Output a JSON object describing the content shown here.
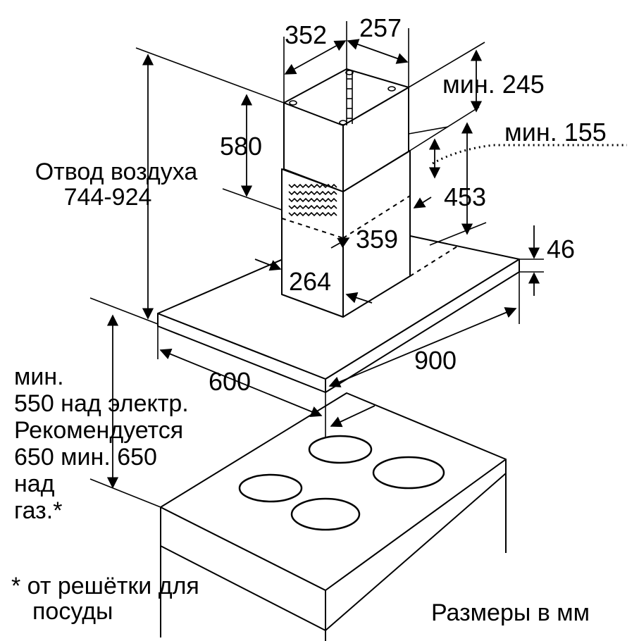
{
  "dimensions": {
    "chimney_width": "352",
    "chimney_depth": "257",
    "min_top_gap": "мин. 245",
    "min_ceiling": "мин. 155",
    "chimney_height": "580",
    "lower_chimney": "453",
    "lower_width": "359",
    "lower_depth": "264",
    "canopy_thickness": "46",
    "canopy_width": "900",
    "canopy_depth": "600"
  },
  "air_outlet": {
    "line1": "Отвод воздуха",
    "line2": "744-924"
  },
  "clearance_note": {
    "lines": [
      "мин.",
      "550 над электр.",
      "Рекомендуется",
      "650 мин. 650",
      "над",
      "газ.*"
    ]
  },
  "footnote": {
    "line1": "* от решётки для",
    "line2": "посуды"
  },
  "units_caption": "Размеры в мм"
}
